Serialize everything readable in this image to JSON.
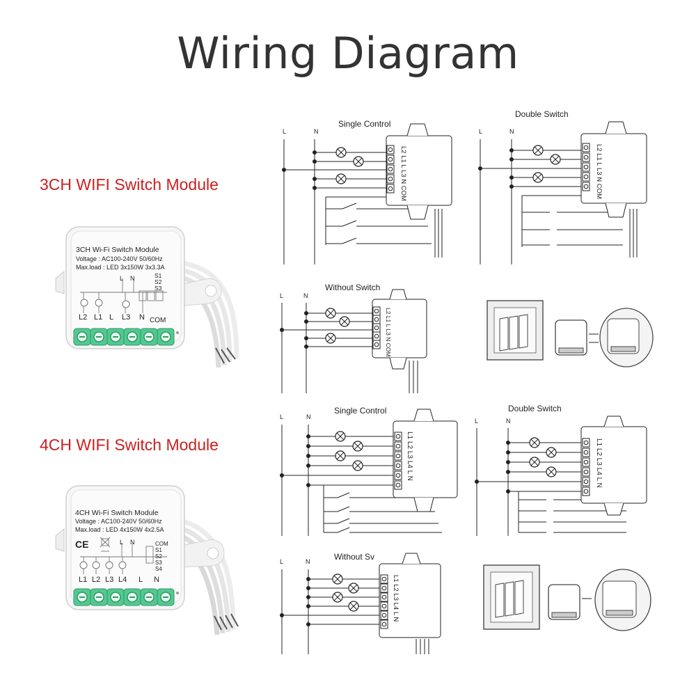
{
  "page": {
    "title": "Wiring Diagram"
  },
  "modules": {
    "ch3": {
      "label": "3CH WIFI Switch Module",
      "device_name": "3CH Wi-Fi Switch Module",
      "voltage": "Voltage : AC100-240V 50/60Hz",
      "max_load": "Max.load : LED 3x150W  3x3.3A",
      "terminal_labels": [
        "L2",
        "L1",
        "L",
        "L3",
        "N",
        "COM"
      ],
      "switch_labels": [
        "S1",
        "S2",
        "S3"
      ],
      "top_labels": [
        "L",
        "N"
      ]
    },
    "ch4": {
      "label": "4CH WIFI Switch Module",
      "device_name": "4CH Wi-Fi Switch Module",
      "voltage": "Voltage : AC100-240V 50/60Hz",
      "max_load": "Max.load : LED 4x150W  4x2.5A",
      "terminal_labels": [
        "L1",
        "L2",
        "L3",
        "L4",
        "L",
        "N"
      ],
      "switch_labels": [
        "COM",
        "S1",
        "S2",
        "S3",
        "S4"
      ],
      "top_labels": [
        "L",
        "N"
      ],
      "marks": [
        "CE"
      ]
    }
  },
  "diagrams": {
    "ch3": {
      "single": {
        "title": "Single Control",
        "line_labels": [
          "L",
          "N"
        ],
        "pins": "L2 L1 L L3 N COM"
      },
      "double": {
        "title": "Double Switch",
        "line_labels": [
          "L",
          "N"
        ],
        "pins": "L2 L1 L L3 N COM"
      },
      "without": {
        "title": "Without Switch",
        "line_labels": [
          "L",
          "N"
        ],
        "pins": "L2 L1 L L3 N COM"
      }
    },
    "ch4": {
      "single": {
        "title": "Single Control",
        "line_labels": [
          "L",
          "N"
        ],
        "pins": "L1 L2 L3 L4 L N"
      },
      "double": {
        "title": "Double Switch",
        "line_labels": [
          "L",
          "N"
        ],
        "pins": "L1 L2 L3 L4 L N"
      },
      "without": {
        "title": "Without Sv",
        "line_labels": [
          "L",
          "N"
        ],
        "pins": "L1 L2 L3 L4 L N"
      }
    }
  }
}
